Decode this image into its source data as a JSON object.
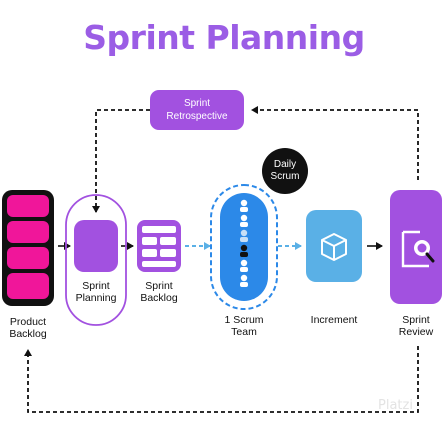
{
  "title": "Sprint Planning",
  "colors": {
    "title": "#9b5de5",
    "pink": "#f0169a",
    "purple": "#a251e0",
    "purple_light": "#c9a4f0",
    "blue": "#2c89e8",
    "blue_light": "#5ab0e6",
    "black": "#111111",
    "watermark": "#e3e3e3"
  },
  "nodes": {
    "product_backlog": [
      "Product",
      "Backlog"
    ],
    "sprint_planning": [
      "Sprint",
      "Planning"
    ],
    "sprint_backlog": [
      "Sprint",
      "Backlog"
    ],
    "scrum_team": [
      "1 Scrum",
      "Team"
    ],
    "increment": "Increment",
    "sprint_review": [
      "Sprint",
      "Review"
    ],
    "sprint_retrospective": [
      "Sprint",
      "Retrospective"
    ],
    "daily_scrum": [
      "Daily",
      "Scrum"
    ]
  },
  "icons": {
    "product_backlog": "stacked-blocks-icon",
    "sprint_backlog": "task-board-icon",
    "scrum_team": "people-icon",
    "increment": "box-icon",
    "sprint_review": "magnifier-document-icon"
  },
  "watermark": "Platzi"
}
